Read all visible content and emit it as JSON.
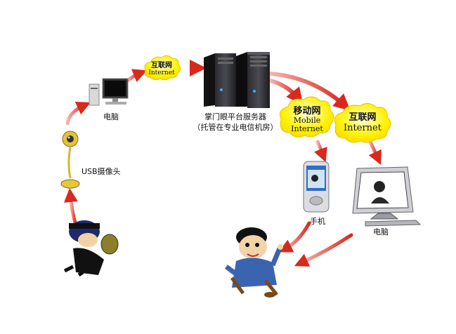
{
  "nodes": {
    "pc_top": {
      "label": "电脑"
    },
    "usb_camera": {
      "label": "USB摄像头"
    },
    "server": {
      "line1": "掌门眼平台服务器",
      "line2": "（托管在专业电信机房）"
    },
    "phone": {
      "label": "手机"
    },
    "pc_bottom": {
      "label": "电脑"
    }
  },
  "clouds": {
    "small_internet": {
      "cn": "互联网",
      "en": "Internet"
    },
    "mobile_internet": {
      "cn": "移动网",
      "en1": "Mobile",
      "en2": "Internet"
    },
    "big_internet": {
      "cn": "互联网",
      "en": "Internet"
    }
  },
  "colors": {
    "arrow": "#d9281c",
    "cloud": "#fff200",
    "cloud_edge": "#e0c800"
  }
}
